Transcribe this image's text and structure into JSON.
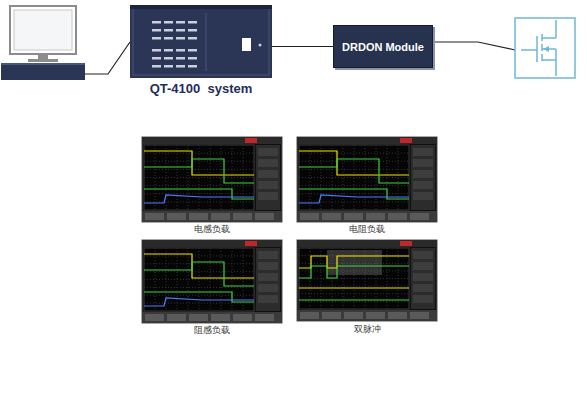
{
  "diagram": {
    "nodes": [
      {
        "text": [
          "QT-4100  system"
        ]
      },
      {
        "text": [
          "DRDON Module"
        ]
      }
    ],
    "edges": [
      {
        "from": 0,
        "to": 1,
        "arrow": "none"
      }
    ],
    "labels": [
      "电感负载",
      "电阻负载",
      "阻感负载",
      "双脉冲"
    ]
  }
}
